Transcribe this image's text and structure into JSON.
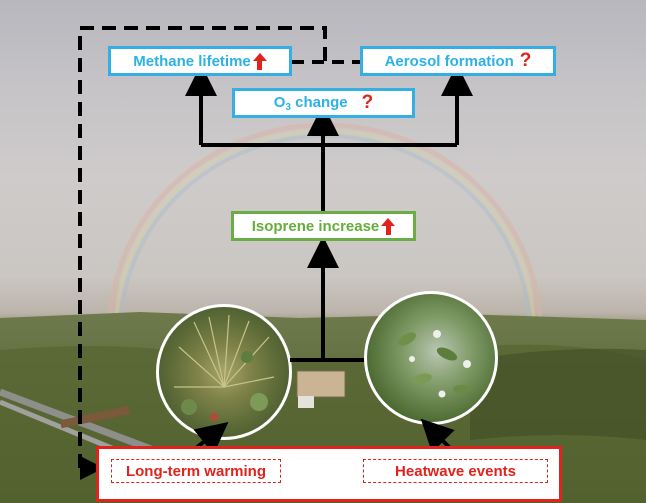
{
  "methane": {
    "label": "Methane lifetime",
    "icon": "red-up-arrow-icon"
  },
  "aerosol": {
    "label": "Aerosol formation",
    "mark": "?"
  },
  "ozone": {
    "label_main": "O",
    "label_sub": "3",
    "label_rest": " change",
    "mark": "?"
  },
  "isoprene": {
    "label": "Isoprene increase",
    "icon": "red-up-arrow-icon"
  },
  "drivers": {
    "warming": "Long-term warming",
    "heatwave": "Heatwave events"
  },
  "colors": {
    "blue_border": "#35aee3",
    "green_border": "#6aad44",
    "red": "#e0231c",
    "arrow": "#000000"
  }
}
